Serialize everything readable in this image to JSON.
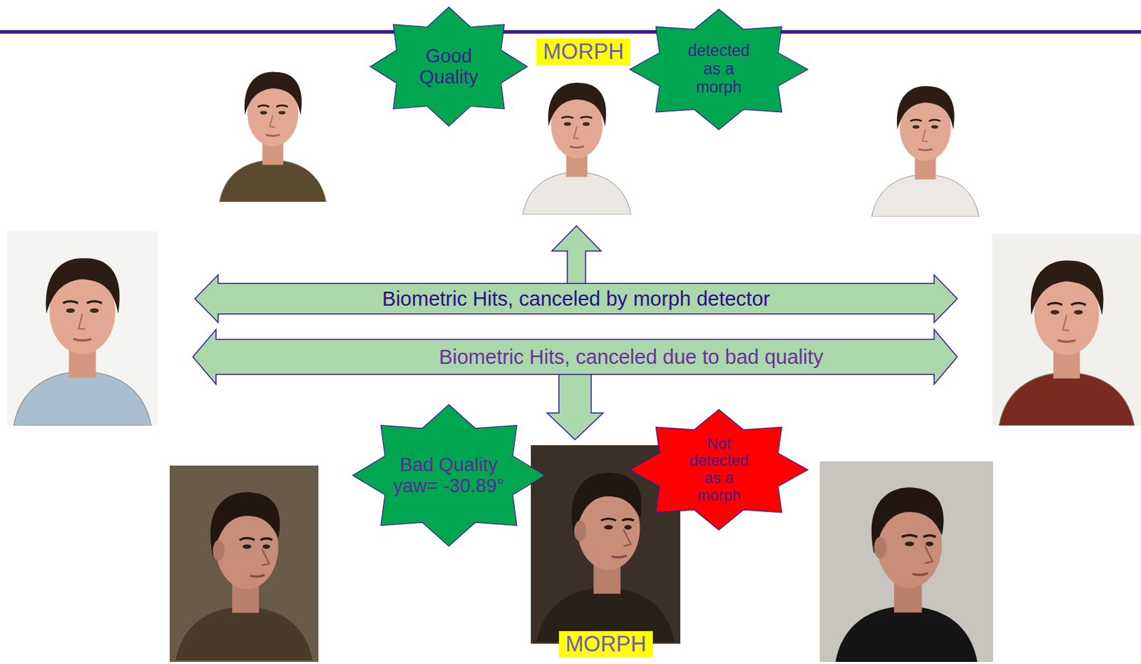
{
  "diagram": {
    "nodes": [
      {
        "text": [
          "Good Quality"
        ]
      },
      {
        "text": [
          "MORPH"
        ]
      },
      {
        "text": [
          "detected as a morph"
        ]
      },
      {
        "text": [
          "Biometric Hits, canceled by morph detector"
        ]
      },
      {
        "text": [
          "Biometric Hits, canceled due to bad quality"
        ]
      },
      {
        "text": [
          "Bad Quality yaw= -30.89°"
        ]
      },
      {
        "text": [
          "Not detected as a morph"
        ]
      },
      {
        "text": [
          "MORPH"
        ]
      }
    ]
  }
}
